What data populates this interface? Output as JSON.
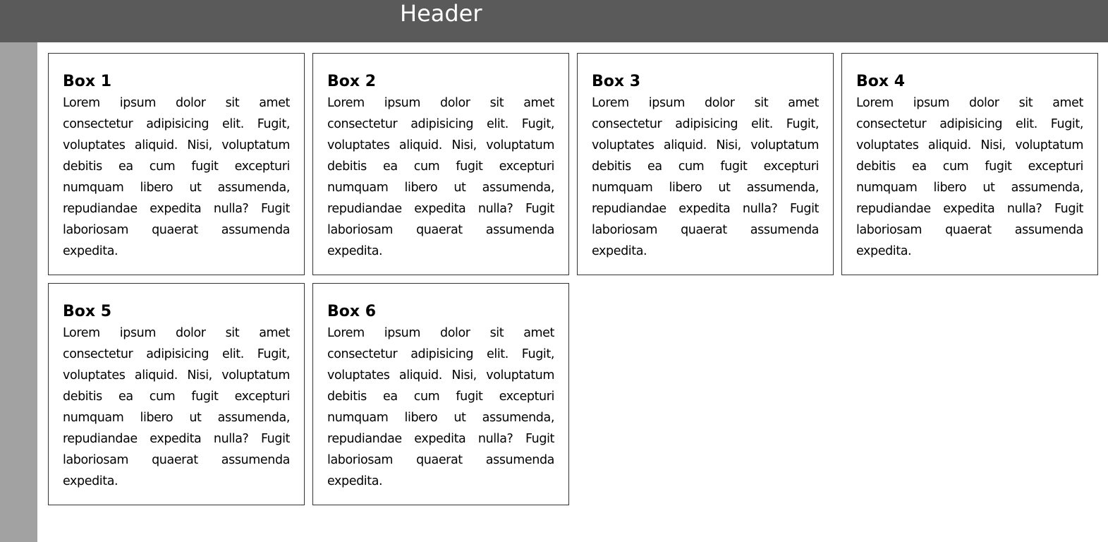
{
  "header": {
    "title": "Header"
  },
  "boxes": [
    {
      "title": "Box 1",
      "text": "Lorem ipsum dolor sit amet consectetur adipisicing elit. Fugit, voluptates aliquid. Nisi, voluptatum debitis ea cum fugit excepturi numquam libero ut assumenda, repudiandae expedita nulla? Fugit laboriosam quaerat assumenda expedita."
    },
    {
      "title": "Box 2",
      "text": "Lorem ipsum dolor sit amet consectetur adipisicing elit. Fugit, voluptates aliquid. Nisi, voluptatum debitis ea cum fugit excepturi numquam libero ut assumenda, repudiandae expedita nulla? Fugit laboriosam quaerat assumenda expedita."
    },
    {
      "title": "Box 3",
      "text": "Lorem ipsum dolor sit amet consectetur adipisicing elit. Fugit, voluptates aliquid. Nisi, voluptatum debitis ea cum fugit excepturi numquam libero ut assumenda, repudiandae expedita nulla? Fugit laboriosam quaerat assumenda expedita."
    },
    {
      "title": "Box 4",
      "text": "Lorem ipsum dolor sit amet consectetur adipisicing elit. Fugit, voluptates aliquid. Nisi, voluptatum debitis ea cum fugit excepturi numquam libero ut assumenda, repudiandae expedita nulla? Fugit laboriosam quaerat assumenda expedita."
    },
    {
      "title": "Box 5",
      "text": "Lorem ipsum dolor sit amet consectetur adipisicing elit. Fugit, voluptates aliquid. Nisi, voluptatum debitis ea cum fugit excepturi numquam libero ut assumenda, repudiandae expedita nulla? Fugit laboriosam quaerat assumenda expedita."
    },
    {
      "title": "Box 6",
      "text": "Lorem ipsum dolor sit amet consectetur adipisicing elit. Fugit, voluptates aliquid. Nisi, voluptatum debitis ea cum fugit excepturi numquam libero ut assumenda, repudiandae expedita nulla? Fugit laboriosam quaerat assumenda expedita."
    }
  ],
  "colors": {
    "header_bg": "#5a5a5a",
    "sidebar_bg": "#a2a2a2",
    "box_border": "#333333",
    "page_bg": "#ffffff"
  }
}
